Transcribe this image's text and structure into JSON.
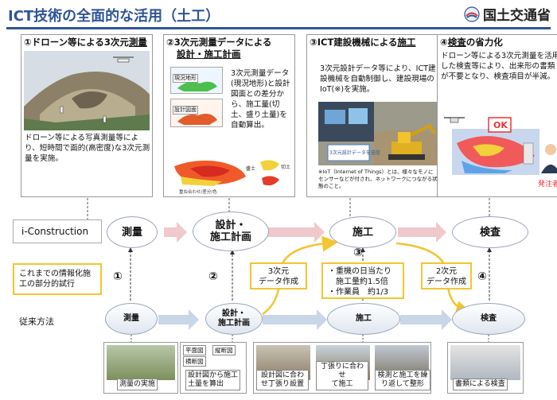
{
  "header": {
    "title": "ICT技術の全面的な活用（土工）",
    "ministry": "国土交通省"
  },
  "panels": [
    {
      "title_prefix": "①ドローン等による3次元",
      "title_underlined": "測量",
      "body": "ドローン等による写真測量等により、短時間で面的(高密度)な3次元測量を実施。"
    },
    {
      "title_line1": "②3次元測量データによる",
      "title_line2": "設計・施工計画",
      "body": "3次元測量データ(現況地形)と設計図面との差分から、施工量(切土、盛り土量)を自動算出。",
      "img_labels": {
        "current": "現況地形",
        "design": "設計図面",
        "legend": "重ね合わせ/差分/色",
        "fill": "盛土",
        "cut": "切土"
      }
    },
    {
      "title_prefix": "③ICT建設機械による",
      "title_underlined": "施工",
      "body": "3次元設計データ等により、ICT建設機械を自動制御し、建設現場のIoT(※)を実施。",
      "photo_label": "3次元設計データを送信",
      "footnote": "※IoT（Internet of Things）とは、様々なモノにセンサーなどが付され、ネットワークにつながる状態のこと。"
    },
    {
      "title_underlined": "検査",
      "title_suffix": "の省力化",
      "body": "ドローン等による3次元測量を活用した検査等により、出来形の書類が不要となり、検査項目が半減。",
      "ok_label": "OK",
      "orderer_label": "発注者"
    }
  ],
  "rows": {
    "iconstruction": "i-Construction",
    "previous": "これまでの情報化施工の部分的試行",
    "conventional": "従来方法"
  },
  "flow_top": [
    "測量",
    "設計・\n施工計画",
    "施工",
    "検査"
  ],
  "flow_bottom": [
    "測量",
    "設計・\n施工計画",
    "施工",
    "検査"
  ],
  "step_numbers": [
    "①",
    "②",
    "③",
    "④"
  ],
  "callouts": {
    "data3d": "3次元\nデータ作成",
    "heavy": "・重機の日当たり\n　施工量約1.5倍\n・作業員　約1/3",
    "data2d": "2次元\nデータ作成"
  },
  "photo_captions": [
    "測量の実施",
    "設計図から施工\n土量を算出",
    "設計図に合わ\nせ丁張り設置",
    "丁張りに合わせ\nて施工",
    "検測と施工を繰\nり返して整形",
    "書類による検査"
  ],
  "photo_labels": {
    "plan": "平面図",
    "section_v": "縦断図",
    "section_h": "横断図"
  },
  "colors": {
    "title_blue": "#2f5597",
    "arrow_pink": "#efc9cc",
    "arrow_blue": "#c9d6e8",
    "callout_yellow": "#f4c431"
  }
}
